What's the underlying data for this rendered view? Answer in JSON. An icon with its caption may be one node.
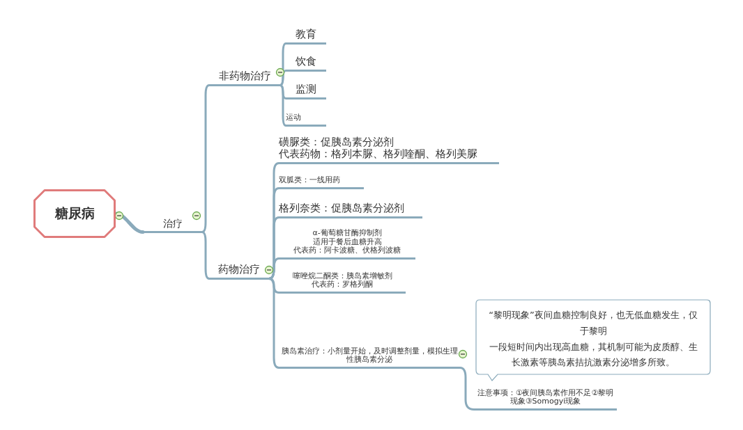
{
  "diagram": {
    "nodes": [
      {
        "text": [
          "糖尿病"
        ]
      },
      {
        "text": [
          "治疗"
        ]
      },
      {
        "text": [
          "非药物治疗"
        ]
      },
      {
        "text": [
          "教育"
        ]
      },
      {
        "text": [
          "饮食"
        ]
      },
      {
        "text": [
          "监测"
        ]
      },
      {
        "text": [
          "运动"
        ]
      },
      {
        "text": [
          "药物治疗"
        ]
      },
      {
        "text": [
          "磺脲类：促胰岛素分泌剂",
          "代表药物：格列本脲、格列喹酮、格列美脲"
        ]
      },
      {
        "text": [
          "双胍类：一线用药"
        ]
      },
      {
        "text": [
          "格列奈类：促胰岛素分泌剂"
        ]
      },
      {
        "text": [
          "α-葡萄糖甘酶抑制剂",
          "适用于餐后血糖升高",
          "代表药：阿卡波糖、伏格列波糖"
        ]
      },
      {
        "text": [
          "噻唑烷二酮类：胰岛素增敏剂",
          "代表药：罗格列酮"
        ]
      },
      {
        "text": [
          "胰岛素治疗：小剂量开始，及时调整剂量，模拟生理性胰岛素分泌"
        ]
      },
      {
        "text": [
          "“黎明现象”夜间血糖控制良好，也无低血糖发生，仅于黎明",
          "一段短时间内出现高血糖，其机制可能为皮质醇、生长激素等胰岛素拮抗激素分泌增多所致。"
        ]
      },
      {
        "text": [
          "注意事项：①夜间胰岛素作用不足②黎明现象③Somogyi现象"
        ]
      }
    ],
    "edges": [
      {
        "from": 0,
        "to": 1,
        "arrow": "none"
      },
      {
        "from": 1,
        "to": 2,
        "arrow": "none"
      },
      {
        "from": 1,
        "to": 7,
        "arrow": "none"
      },
      {
        "from": 2,
        "to": 3,
        "arrow": "none"
      },
      {
        "from": 2,
        "to": 4,
        "arrow": "none"
      },
      {
        "from": 2,
        "to": 5,
        "arrow": "none"
      },
      {
        "from": 2,
        "to": 6,
        "arrow": "none"
      },
      {
        "from": 7,
        "to": 8,
        "arrow": "none"
      },
      {
        "from": 7,
        "to": 9,
        "arrow": "none"
      },
      {
        "from": 7,
        "to": 10,
        "arrow": "none"
      },
      {
        "from": 7,
        "to": 11,
        "arrow": "none"
      },
      {
        "from": 7,
        "to": 12,
        "arrow": "none"
      },
      {
        "from": 7,
        "to": 13,
        "arrow": "none"
      },
      {
        "from": 13,
        "to": 15,
        "arrow": "none"
      }
    ]
  }
}
